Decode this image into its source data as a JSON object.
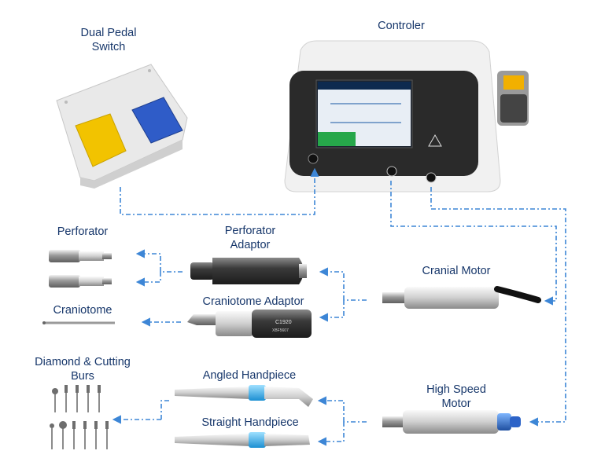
{
  "colors": {
    "label": "#17376b",
    "connector": "#3d86d6"
  },
  "labels": {
    "dual_pedal_switch": [
      "Dual Pedal",
      "Switch"
    ],
    "controler": "Controler",
    "perforator": "Perforator",
    "perforator_adaptor": [
      "Perforator",
      "Adaptor"
    ],
    "cranial_motor": "Cranial Motor",
    "craniotome": "Craniotome",
    "craniotome_adaptor": "Craniotome Adaptor",
    "diamond_cutting_burs": [
      "Diamond & Cutting",
      "Burs"
    ],
    "angled_handpiece": "Angled Handpiece",
    "high_speed_motor": [
      "High Speed",
      "Motor"
    ],
    "straight_handpiece": "Straight Handpiece"
  },
  "product_markings": {
    "adaptor_model": "C1920",
    "adaptor_serial": "XBF5607"
  }
}
